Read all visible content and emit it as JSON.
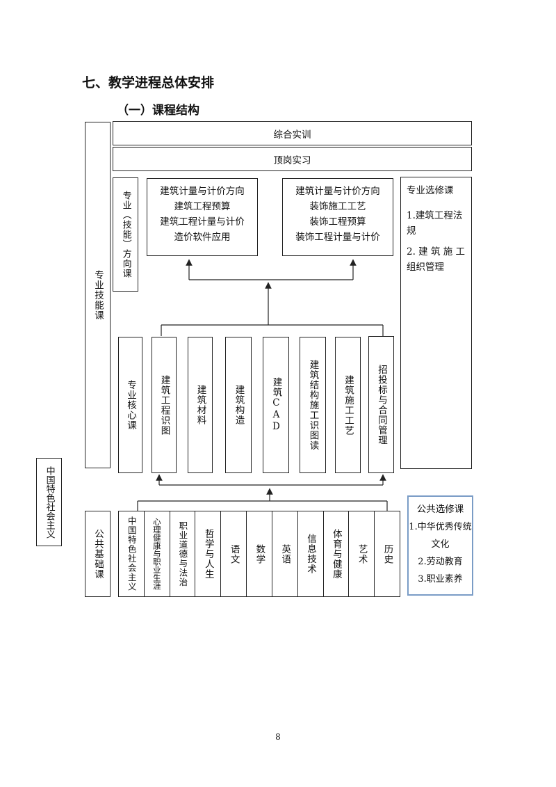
{
  "page": {
    "section_title": "七、教学进程总体安排",
    "subsection_title": "（一）课程结构",
    "page_number": "8"
  },
  "diagram": {
    "zhuanye_jineng": "专业技能课",
    "zonghe_shixun": "综合实训",
    "dinggang_shixi": "顶岗实习",
    "fangxiang_label": "专业（技能）方向课",
    "direction_1": [
      "建筑计量与计价方向",
      "建筑工程预算",
      "建筑工程计量与计价",
      "造价软件应用"
    ],
    "direction_2": [
      "建筑计量与计价方向",
      "装饰施工工艺",
      "装饰工程预算",
      "装饰工程计量与计价"
    ],
    "elective": {
      "title": "专业选修课",
      "items": [
        "1.建筑工程法规",
        "2. 建 筑 施 工组织管理"
      ]
    },
    "core": {
      "label": "专业核心课",
      "courses": [
        "建筑工程识图",
        "建筑材料",
        "建筑构造",
        "建筑CAD",
        "建筑结构施工识图读",
        "建筑施工工艺",
        "招投标与合同管理"
      ]
    },
    "side_box": "中国特色社会主义",
    "public_basic": {
      "label": "公共基础课",
      "courses": [
        "中国特色社会主义",
        "心理健康与职业生涯",
        "职业道德与法治",
        "哲学与人生",
        "语文",
        "数学",
        "英语",
        "信息技术",
        "体育与健康",
        "艺术",
        "历史"
      ]
    },
    "public_elective": {
      "title": "公共选修课",
      "items": [
        "1.中华优秀传统文化",
        "2.劳动教育",
        "3.职业素养"
      ]
    },
    "colors": {
      "line": "#222222",
      "elective_border": "#7a9cc6"
    }
  }
}
